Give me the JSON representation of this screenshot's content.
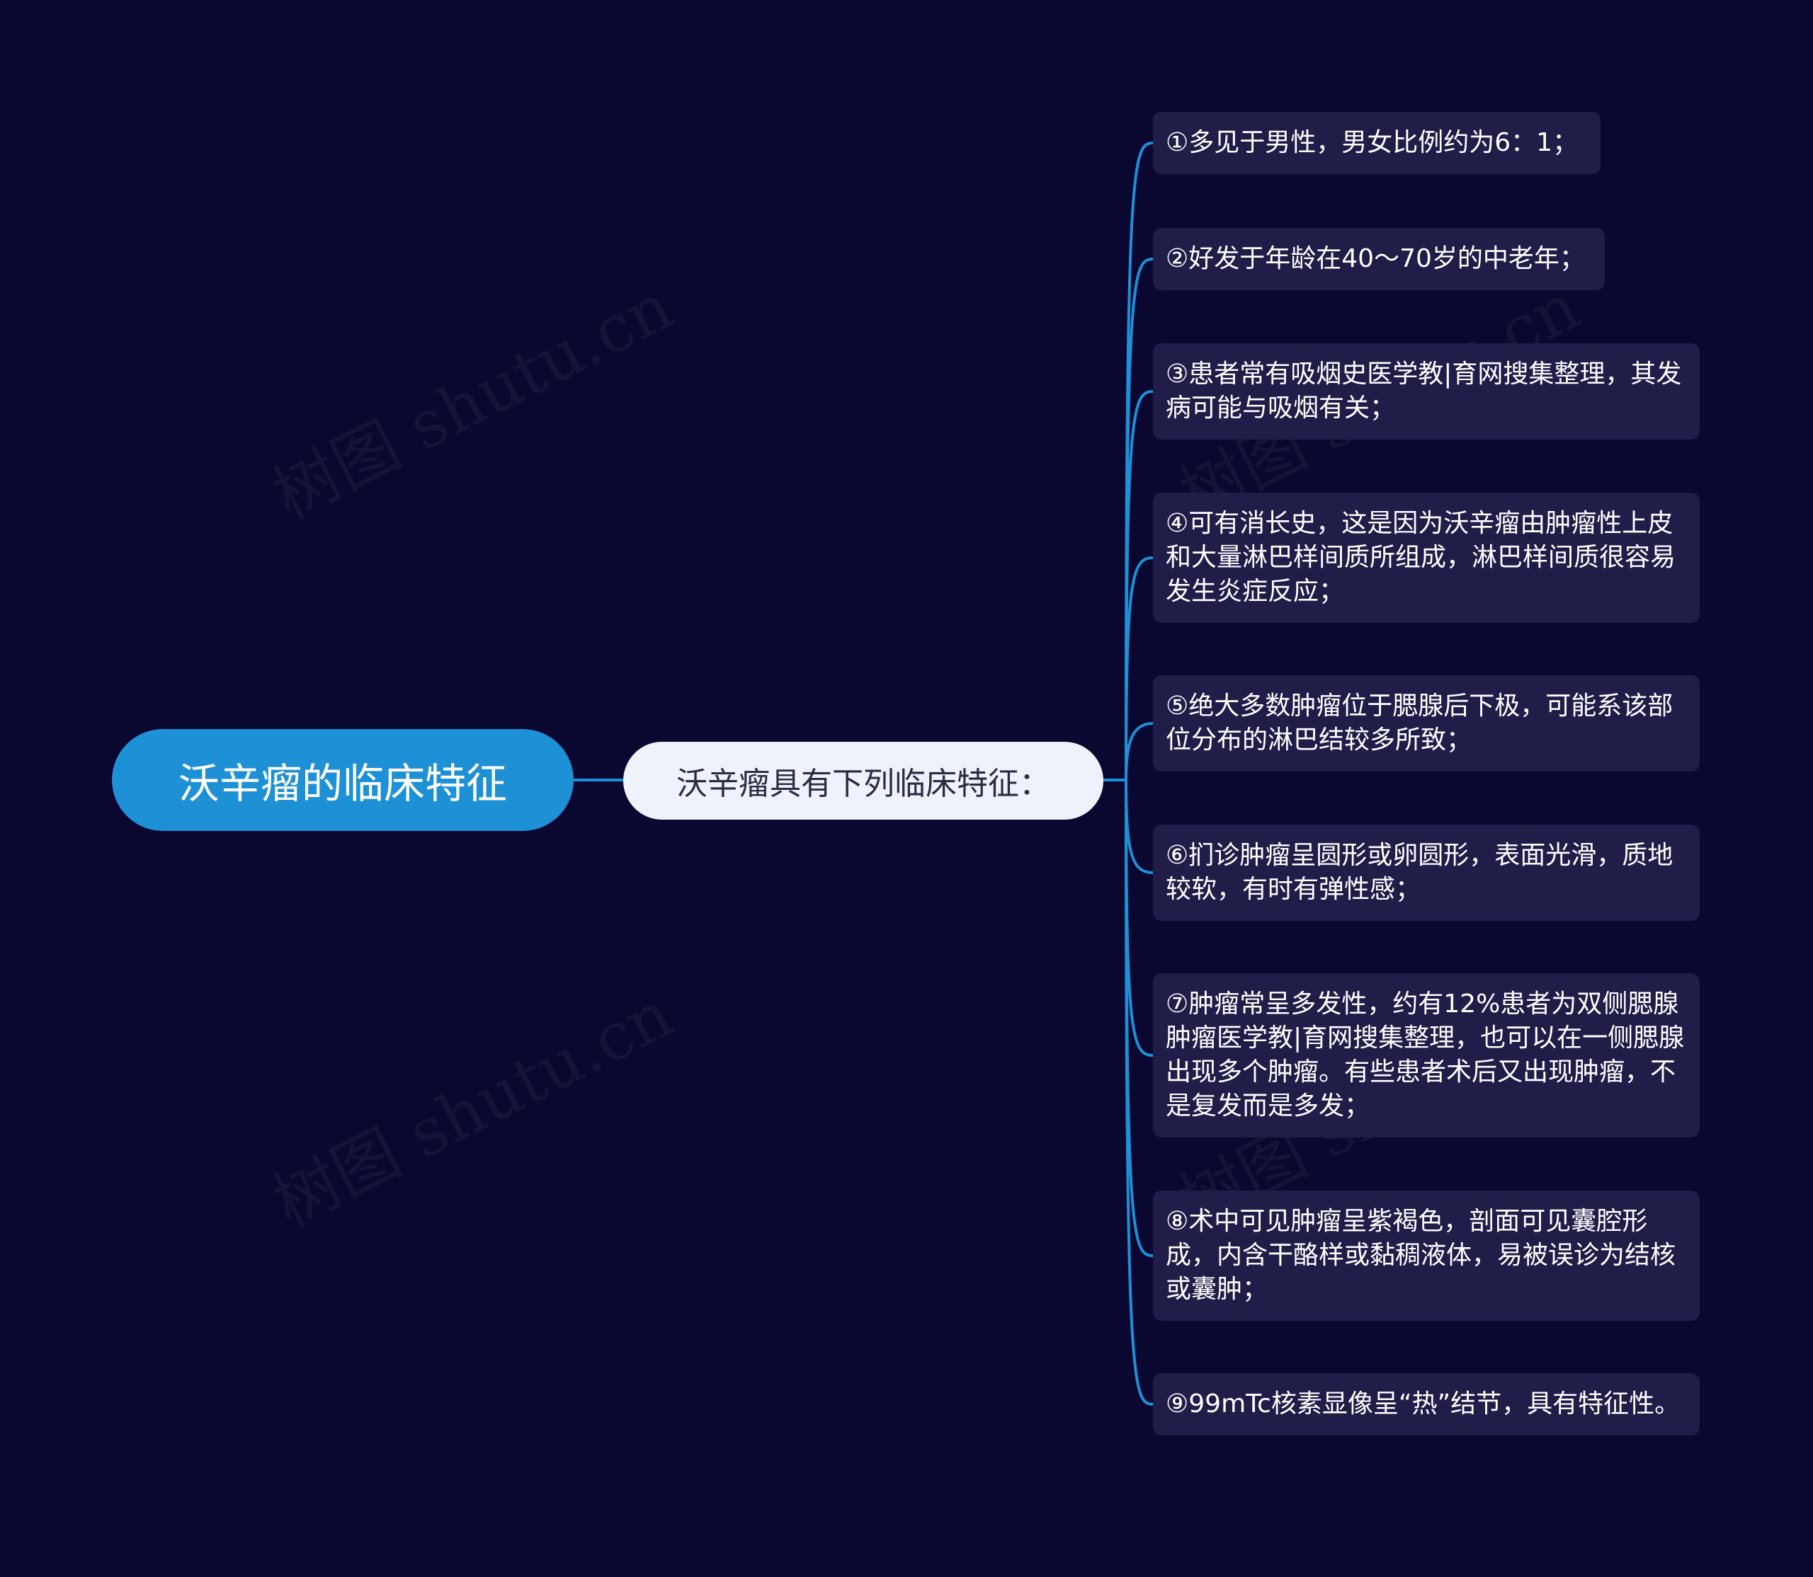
{
  "root": {
    "label": "沃辛瘤的临床特征"
  },
  "mid": {
    "label": "沃辛瘤具有下列临床特征："
  },
  "leaves": [
    "①多见于男性，男女比例约为6：1；",
    "②好发于年龄在40～70岁的中老年；",
    "③患者常有吸烟史医学教|育网搜集整理，其发病可能与吸烟有关；",
    "④可有消长史，这是因为沃辛瘤由肿瘤性上皮和大量淋巴样间质所组成，淋巴样间质很容易发生炎症反应；",
    "⑤绝大多数肿瘤位于腮腺后下极，可能系该部位分布的淋巴结较多所致；",
    "⑥扪诊肿瘤呈圆形或卵圆形，表面光滑，质地较软，有时有弹性感；",
    "⑦肿瘤常呈多发性，约有12%患者为双侧腮腺肿瘤医学教|育网搜集整理，也可以在一侧腮腺出现多个肿瘤。有些患者术后又出现肿瘤，不是复发而是多发；",
    "⑧术中可见肿瘤呈紫褐色，剖面可见囊腔形成，内含干酪样或黏稠液体，易被误诊为结核或囊肿；",
    "⑨99mTc核素显像呈“热”结节，具有特征性。"
  ],
  "watermark": "树图 shutu.cn",
  "colors": {
    "background": "#0a0730",
    "root_fill": "#1e90d5",
    "mid_fill": "#eef2fb",
    "leaf_fill": "#201d48",
    "connector": "#1e90d5"
  }
}
